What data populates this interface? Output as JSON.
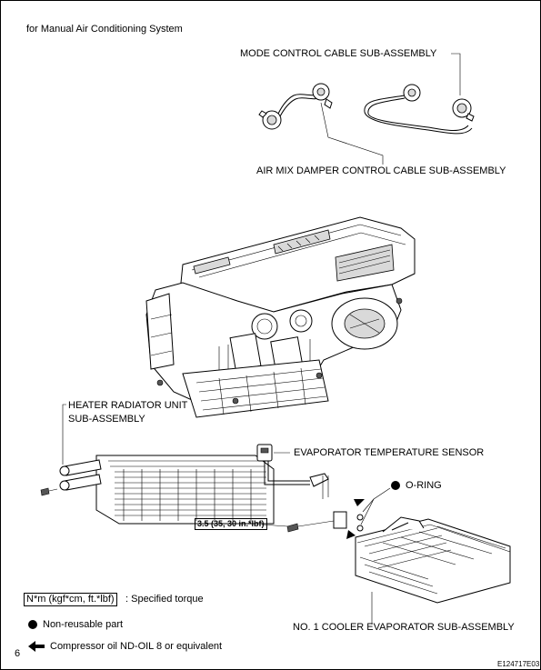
{
  "header": {
    "title": "for Manual Air Conditioning System"
  },
  "labels": {
    "mode_cable": "MODE CONTROL CABLE SUB-ASSEMBLY",
    "air_mix_cable": "AIR MIX DAMPER CONTROL CABLE SUB-ASSEMBLY",
    "heater_radiator_line1": "HEATER RADIATOR UNIT",
    "heater_radiator_line2": "SUB-ASSEMBLY",
    "evap_sensor": "EVAPORATOR TEMPERATURE SENSOR",
    "o_ring": "O-RING",
    "torque_value": "3.5 (35, 30 in.*lbf)",
    "cooler_evaporator": "NO. 1 COOLER EVAPORATOR SUB-ASSEMBLY"
  },
  "legend": {
    "torque_units": "N*m (kgf*cm, ft.*lbf)",
    "torque_desc": ": Specified torque",
    "non_reusable": "Non-reusable part",
    "compressor_oil": "Compressor oil ND-OIL 8 or equivalent"
  },
  "footer": {
    "page_number": "6",
    "figure_id": "E124717E03"
  }
}
